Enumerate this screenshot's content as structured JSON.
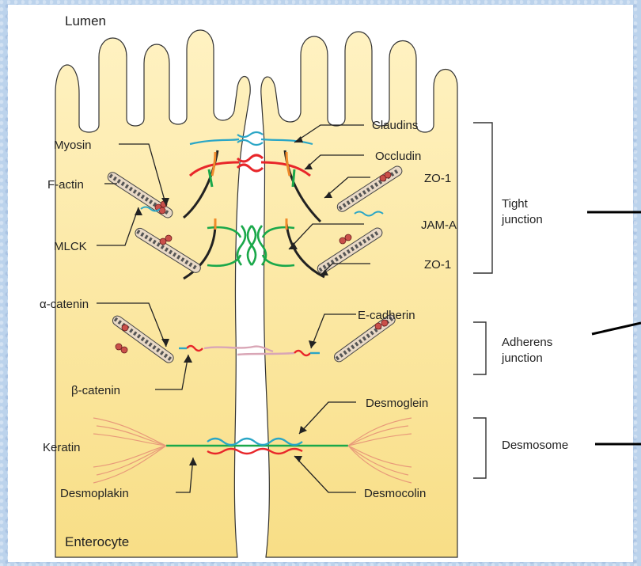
{
  "labels": {
    "lumen": "Lumen",
    "enterocyte": "Enterocyte",
    "myosin": "Myosin",
    "f_actin": "F-actin",
    "mlck": "MLCK",
    "alpha_catenin": "α-catenin",
    "beta_catenin": "β-catenin",
    "keratin": "Keratin",
    "desmoplakin": "Desmoplakin",
    "claudins": "Claudins",
    "occludin": "Occludin",
    "zo1_top": "ZO-1",
    "jam_a": "JAM-A",
    "zo1_bottom": "ZO-1",
    "e_cadherin": "E-cadherin",
    "desmoglein": "Desmoglein",
    "desmocolin": "Desmocolin"
  },
  "junctions": {
    "tight_line1": "Tight",
    "tight_line2": "junction",
    "adherens_line1": "Adherens",
    "adherens_line2": "junction",
    "desmosome": "Desmosome"
  },
  "colors": {
    "cell": "#fbe7a0",
    "claudin": "#2aa6c6",
    "occludin": "#e8262a",
    "zo1": "#1aa84a",
    "cadherin": "#d9a6b6",
    "keratin": "#e89a7a"
  }
}
